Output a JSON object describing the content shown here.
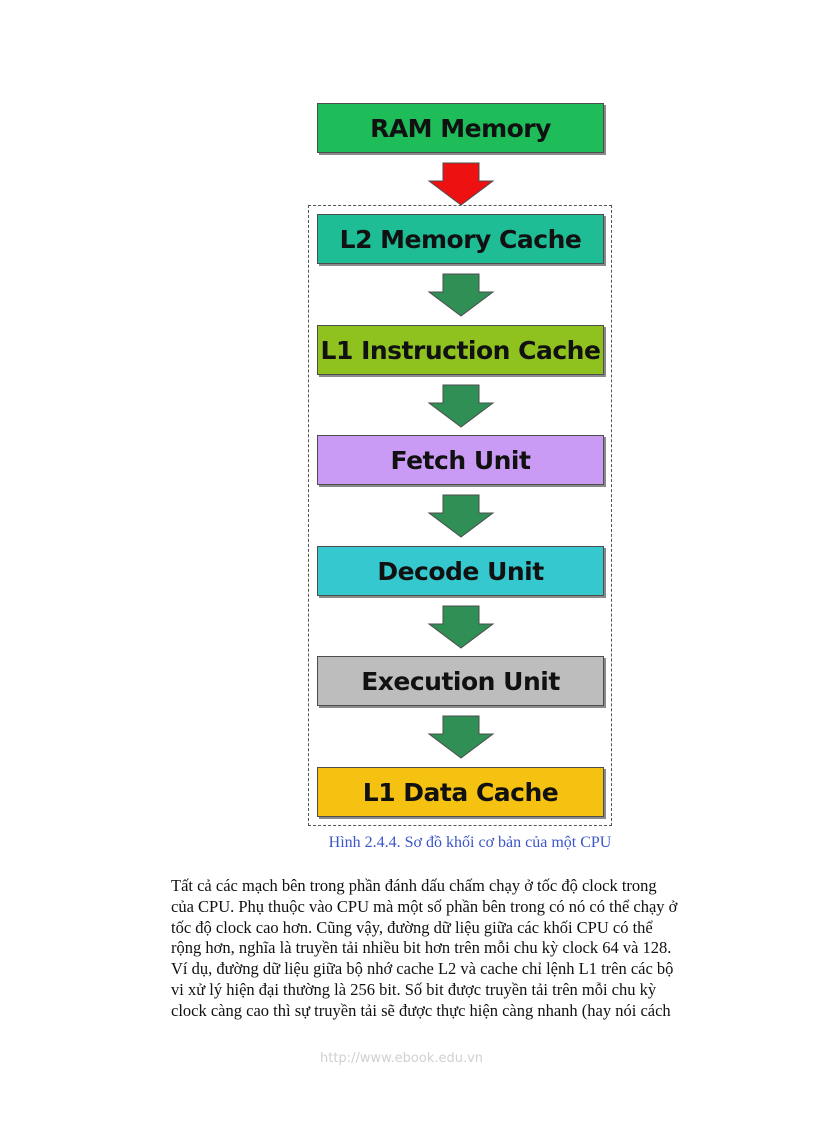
{
  "diagram": {
    "blocks": [
      {
        "label": "RAM Memory",
        "color": "#1ebd5a"
      },
      {
        "label": "L2 Memory Cache",
        "color": "#1ebd96"
      },
      {
        "label": "L1 Instruction Cache",
        "color": "#8fc21e"
      },
      {
        "label": "Fetch Unit",
        "color": "#c99bf5"
      },
      {
        "label": "Decode Unit",
        "color": "#35c8cf"
      },
      {
        "label": "Execution Unit",
        "color": "#bdbdbd"
      },
      {
        "label": "L1 Data Cache",
        "color": "#f5c211"
      }
    ],
    "arrow_colors": {
      "first": "#ee1111",
      "rest": "#2f8f55"
    },
    "caption": "Hình 2.4.4. Sơ đồ khối cơ bản của một CPU"
  },
  "body_lines": [
    "Tất cả các mạch bên trong phần đánh dấu chấm chạy ở tốc độ clock trong",
    "của CPU. Phụ thuộc vào CPU mà một số phần bên trong có nó có thể chạy ở",
    "tốc độ clock cao hơn. Cũng vậy, đường dữ liệu giữa các khối CPU có thể",
    "rộng hơn, nghĩa là truyền tải nhiều bit hơn trên mỗi chu kỳ clock 64 và 128.",
    "Ví dụ, đường dữ liệu giữa bộ nhớ cache L2 và cache chỉ lệnh L1 trên các bộ",
    "vi xử lý hiện đại thường là 256 bit. Số bit được truyền tải trên mỗi chu kỳ",
    "clock càng cao thì sự truyền tải sẽ được thực hiện càng nhanh (hay nói cách"
  ],
  "footer_url": "http://www.ebook.edu.vn"
}
